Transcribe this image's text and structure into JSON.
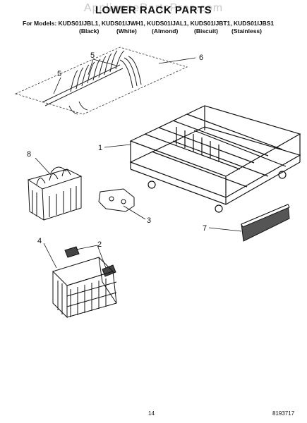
{
  "watermark": "AppliancePartsPros.com",
  "title": "LOWER RACK PARTS",
  "models_line": "For Models: KUDS01IJBL1, KUDS01IJWH1, KUDS01IJAL1, KUDS01IJBT1, KUDS01IJBS1",
  "colors": [
    "(Black)",
    "(White)",
    "(Almond)",
    "(Biscuit)",
    "(Stainless)"
  ],
  "callouts": [
    "1",
    "2",
    "3",
    "4",
    "5",
    "5",
    "6",
    "7",
    "8"
  ],
  "page_number": "14",
  "document_number": "8193717"
}
